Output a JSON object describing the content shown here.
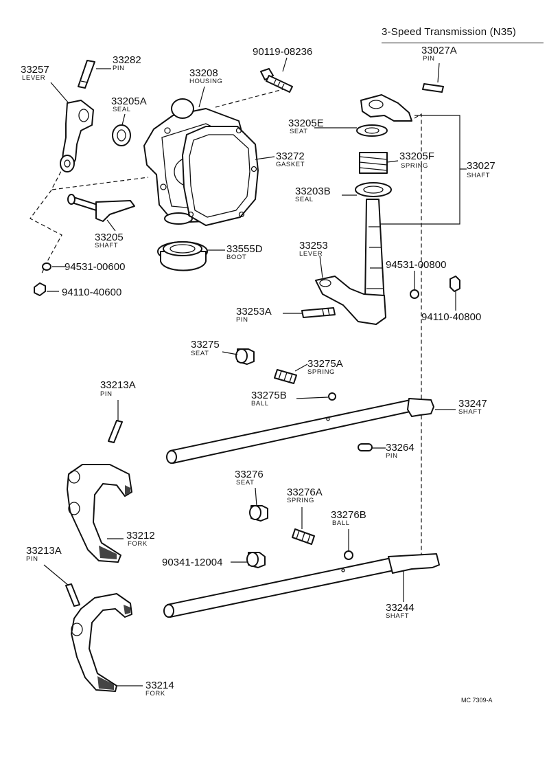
{
  "title": "3-Speed Transmission (N35)",
  "figure_code": "MC 7309-A",
  "callouts": [
    {
      "id": "33257",
      "name": "LEVER"
    },
    {
      "id": "33282",
      "name": "PIN"
    },
    {
      "id": "33208",
      "name": "HOUSING"
    },
    {
      "id": "90119-08236",
      "name": ""
    },
    {
      "id": "33027A",
      "name": "PIN"
    },
    {
      "id": "33205A",
      "name": "SEAL"
    },
    {
      "id": "33205E",
      "name": "SEAT"
    },
    {
      "id": "33272",
      "name": "GASKET"
    },
    {
      "id": "33205F",
      "name": "SPRING"
    },
    {
      "id": "33027",
      "name": "SHAFT"
    },
    {
      "id": "33203B",
      "name": "SEAL"
    },
    {
      "id": "33205",
      "name": "SHAFT"
    },
    {
      "id": "33555D",
      "name": "BOOT"
    },
    {
      "id": "33253",
      "name": "LEVER"
    },
    {
      "id": "94531-00600",
      "name": ""
    },
    {
      "id": "94531-00800",
      "name": ""
    },
    {
      "id": "94110-40600",
      "name": ""
    },
    {
      "id": "33253A",
      "name": "PIN"
    },
    {
      "id": "94110-40800",
      "name": ""
    },
    {
      "id": "33275",
      "name": "SEAT"
    },
    {
      "id": "33275A",
      "name": "SPRING"
    },
    {
      "id": "33213A",
      "name": "PIN"
    },
    {
      "id": "33275B",
      "name": "BALL"
    },
    {
      "id": "33247",
      "name": "SHAFT"
    },
    {
      "id": "33264",
      "name": "PIN"
    },
    {
      "id": "33276",
      "name": "SEAT"
    },
    {
      "id": "33276A",
      "name": "SPRING"
    },
    {
      "id": "33276B",
      "name": "BALL"
    },
    {
      "id": "33212",
      "name": "FORK"
    },
    {
      "id": "33213A",
      "name": "PIN"
    },
    {
      "id": "90341-12004",
      "name": ""
    },
    {
      "id": "33244",
      "name": "SHAFT"
    },
    {
      "id": "33214",
      "name": "FORK"
    }
  ]
}
